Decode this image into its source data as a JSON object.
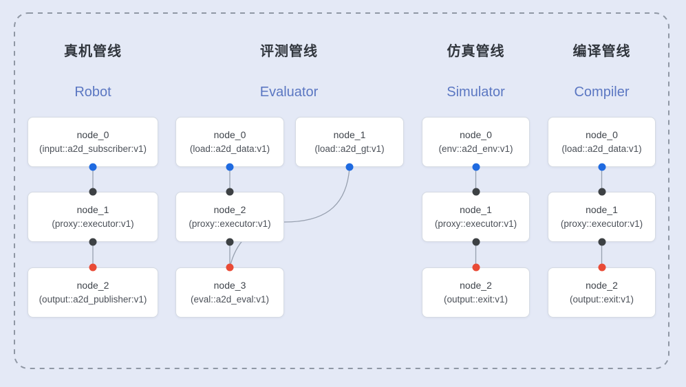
{
  "diagram": {
    "pipelines": [
      {
        "title_zh": "真机管线",
        "title_en": "Robot",
        "nodes": [
          {
            "name": "node_0",
            "type": "(input::a2d_subscriber:v1)"
          },
          {
            "name": "node_1",
            "type": "(proxy::executor:v1)"
          },
          {
            "name": "node_2",
            "type": "(output::a2d_publisher:v1)"
          }
        ],
        "connections": [
          [
            "node_0",
            "node_1"
          ],
          [
            "node_1",
            "node_2"
          ]
        ]
      },
      {
        "title_zh": "评测管线",
        "title_en": "Evaluator",
        "nodes": [
          {
            "name": "node_0",
            "type": "(load::a2d_data:v1)"
          },
          {
            "name": "node_1",
            "type": "(load::a2d_gt:v1)"
          },
          {
            "name": "node_2",
            "type": "(proxy::executor:v1)"
          },
          {
            "name": "node_3",
            "type": "(eval::a2d_eval:v1)"
          }
        ],
        "connections": [
          [
            "node_0",
            "node_2"
          ],
          [
            "node_2",
            "node_3"
          ],
          [
            "node_1",
            "node_3"
          ]
        ]
      },
      {
        "title_zh": "仿真管线",
        "title_en": "Simulator",
        "nodes": [
          {
            "name": "node_0",
            "type": "(env::a2d_env:v1)"
          },
          {
            "name": "node_1",
            "type": "(proxy::executor:v1)"
          },
          {
            "name": "node_2",
            "type": "(output::exit:v1)"
          }
        ],
        "connections": [
          [
            "node_0",
            "node_1"
          ],
          [
            "node_1",
            "node_2"
          ]
        ]
      },
      {
        "title_zh": "编译管线",
        "title_en": "Compiler",
        "nodes": [
          {
            "name": "node_0",
            "type": "(load::a2d_data:v1)"
          },
          {
            "name": "node_1",
            "type": "(proxy::executor:v1)"
          },
          {
            "name": "node_2",
            "type": "(output::exit:v1)"
          }
        ],
        "connections": [
          [
            "node_0",
            "node_1"
          ],
          [
            "node_1",
            "node_2"
          ]
        ]
      }
    ],
    "colors": {
      "background": "#e4e9f6",
      "frame_dash": "#8f97a4",
      "node_background": "#ffffff",
      "node_border": "#d5dae2",
      "edge": "#97a0af",
      "title_zh": "#31363d",
      "title_en": "#5b77c2",
      "node_name": "#3f444b",
      "node_type": "#4b5058",
      "port_blue": "#1f6ae0",
      "port_black": "#3d4144",
      "port_red": "#e94a36"
    }
  }
}
